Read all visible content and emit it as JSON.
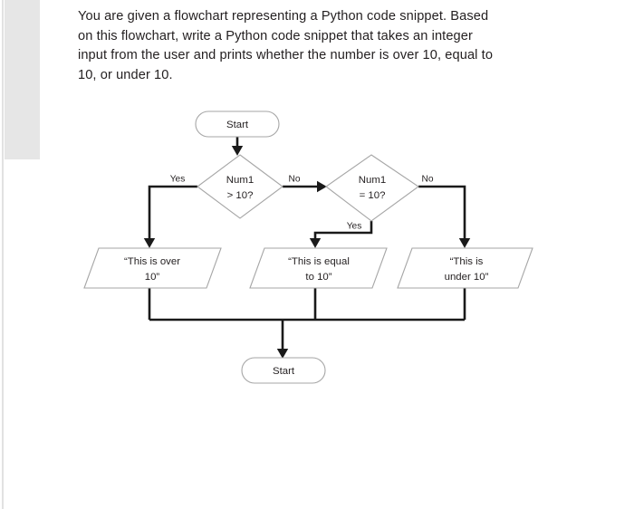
{
  "page": {
    "background_color": "#ffffff",
    "text_color": "#231f20"
  },
  "margin": {
    "rule_color": "#e2e2e2",
    "block_color": "#e6e6e6"
  },
  "question": {
    "line1": "You are given a flowchart representing a Python code snippet. Based",
    "line2": "on this flowchart, write a Python code snippet that takes an integer",
    "line3": "input from the user and prints whether the number is over 10, equal to",
    "line4": "10, or under 10."
  },
  "flowchart": {
    "stroke_color": "#a6a6a6",
    "connector_color": "#1a1a1a",
    "nodes": {
      "start_top": {
        "type": "terminator",
        "label": "Start"
      },
      "decision_one": {
        "type": "decision",
        "label_line1": "Num1",
        "label_line2": "> 10?"
      },
      "decision_two": {
        "type": "decision",
        "label_line1": "Num1",
        "label_line2": "= 10?"
      },
      "output_over": {
        "type": "output",
        "label_line1": "“This is over",
        "label_line2": "10”"
      },
      "output_equal": {
        "type": "output",
        "label_line1": "“This is equal",
        "label_line2": "to 10”"
      },
      "output_under": {
        "type": "output",
        "label_line1": "“This is",
        "label_line2": "under 10”"
      },
      "start_bottom": {
        "type": "terminator",
        "label": "Start"
      }
    },
    "branch_labels": {
      "decision_one_yes": "Yes",
      "decision_one_no": "No",
      "decision_two_yes": "Yes",
      "decision_two_no": "No"
    }
  }
}
